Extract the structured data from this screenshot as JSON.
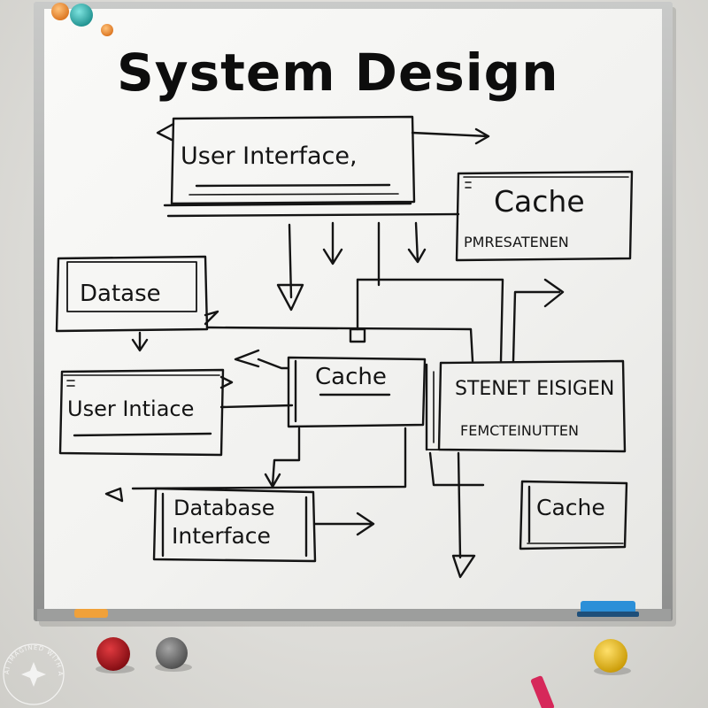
{
  "board": {
    "title": "System Design",
    "boxes": {
      "user_interface_top": "User Interface,",
      "cache_top": "Cache",
      "cache_top_sub": "PMRESATENEN",
      "datase": "Datase",
      "user_intiace": "User Intiace",
      "cache_mid": "Cache",
      "stenet_title": "STENET EISIGEN",
      "stenet_sub": "FEMCTEINUTTEN",
      "database_l1": "Database",
      "database_l2": "Interface",
      "cache_bottom": "Cache"
    }
  },
  "watermark": "AI IMAGINED WITH AI IMAGINED WITH",
  "colors": {
    "marker_ink": "#141414",
    "board": "#f4f4f2",
    "frame": "#a9aaa9",
    "magnet_orange": "#f59a2e",
    "magnet_teal": "#2bb3b1",
    "magnet_red": "#b0141c",
    "magnet_gray": "#6f6f6f",
    "magnet_yellow": "#f2c01c",
    "marker_orange": "#f0a13a",
    "eraser_blue": "#2b8fd8",
    "marker_pink": "#d6285a"
  }
}
